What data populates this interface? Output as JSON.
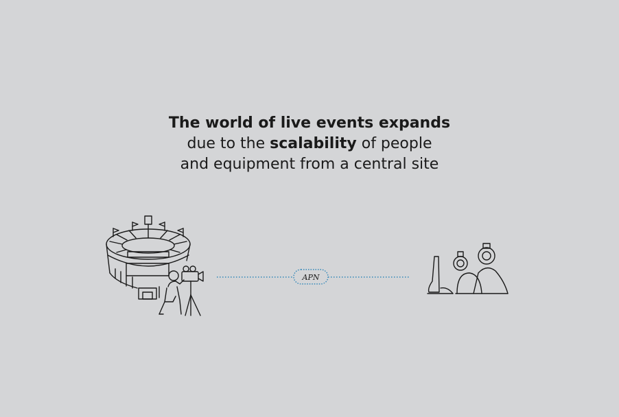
{
  "headline": {
    "line1": "The world of live events expands",
    "line2_before": "due to the ",
    "line2_bold": "scalability",
    "line2_after": " of people",
    "line3": "and equipment from a central site"
  },
  "diagram": {
    "link_label": "APN",
    "link_color": "#2e86b8",
    "icon_color": "#1a1a1a",
    "left_icon": "stadium-with-camera-operator-icon",
    "right_icon": "remote-production-operators-icon"
  }
}
